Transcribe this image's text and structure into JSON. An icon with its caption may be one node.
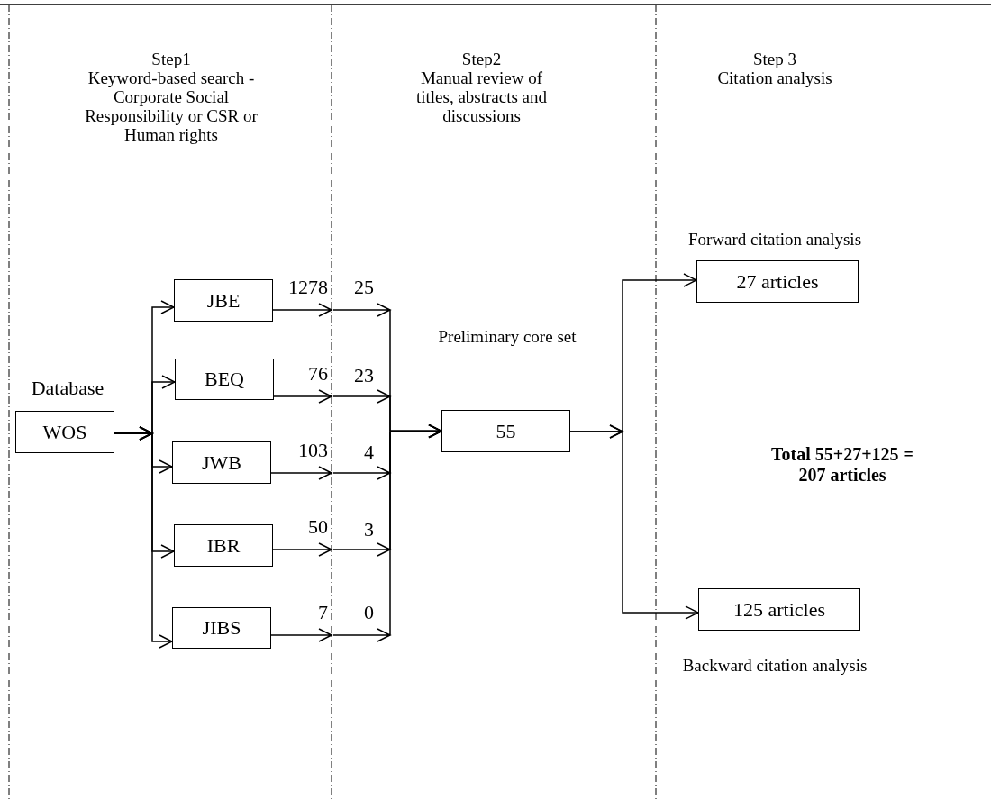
{
  "diagram": {
    "nodes": [
      {
        "text": [
          "WOS"
        ],
        "beside": [
          "Database"
        ]
      },
      {
        "text": [
          "JBE"
        ]
      },
      {
        "text": [
          "BEQ"
        ]
      },
      {
        "text": [
          "JWB"
        ]
      },
      {
        "text": [
          "IBR"
        ]
      },
      {
        "text": [
          "JIBS"
        ]
      },
      {
        "text": [
          "55"
        ],
        "beside": [
          "Preliminary core set"
        ]
      },
      {
        "text": [
          "27 articles"
        ],
        "beside": [
          "Forward citation analysis"
        ]
      },
      {
        "text": [
          "125 articles"
        ],
        "beside": [
          "Backward citation analysis"
        ]
      }
    ],
    "edges": [
      {
        "from": 0,
        "to": 1,
        "arrow": "to"
      },
      {
        "from": 0,
        "to": 2,
        "arrow": "to"
      },
      {
        "from": 0,
        "to": 3,
        "arrow": "to"
      },
      {
        "from": 0,
        "to": 4,
        "arrow": "to"
      },
      {
        "from": 0,
        "to": 5,
        "arrow": "to"
      },
      {
        "from": 1,
        "to": 6,
        "arrow": "to",
        "label": "1278"
      },
      {
        "from": 2,
        "to": 6,
        "arrow": "to",
        "label": "76"
      },
      {
        "from": 3,
        "to": 6,
        "arrow": "to",
        "label": "103"
      },
      {
        "from": 4,
        "to": 6,
        "arrow": "to",
        "label": "50"
      },
      {
        "from": 5,
        "to": 6,
        "arrow": "to",
        "label": "7"
      },
      {
        "from": 6,
        "to": 7,
        "arrow": "to"
      },
      {
        "from": 6,
        "to": 8,
        "arrow": "to"
      }
    ],
    "labels": [
      "Step1",
      "Keyword-based search - Corporate Social Responsibility or CSR or Human rights",
      "Step2",
      "Manual review of titles, abstracts and discussions",
      "Step 3",
      "Citation analysis",
      "25",
      "23",
      "4",
      "3",
      "0",
      "Total 55+27+125 = 207 articles"
    ]
  }
}
